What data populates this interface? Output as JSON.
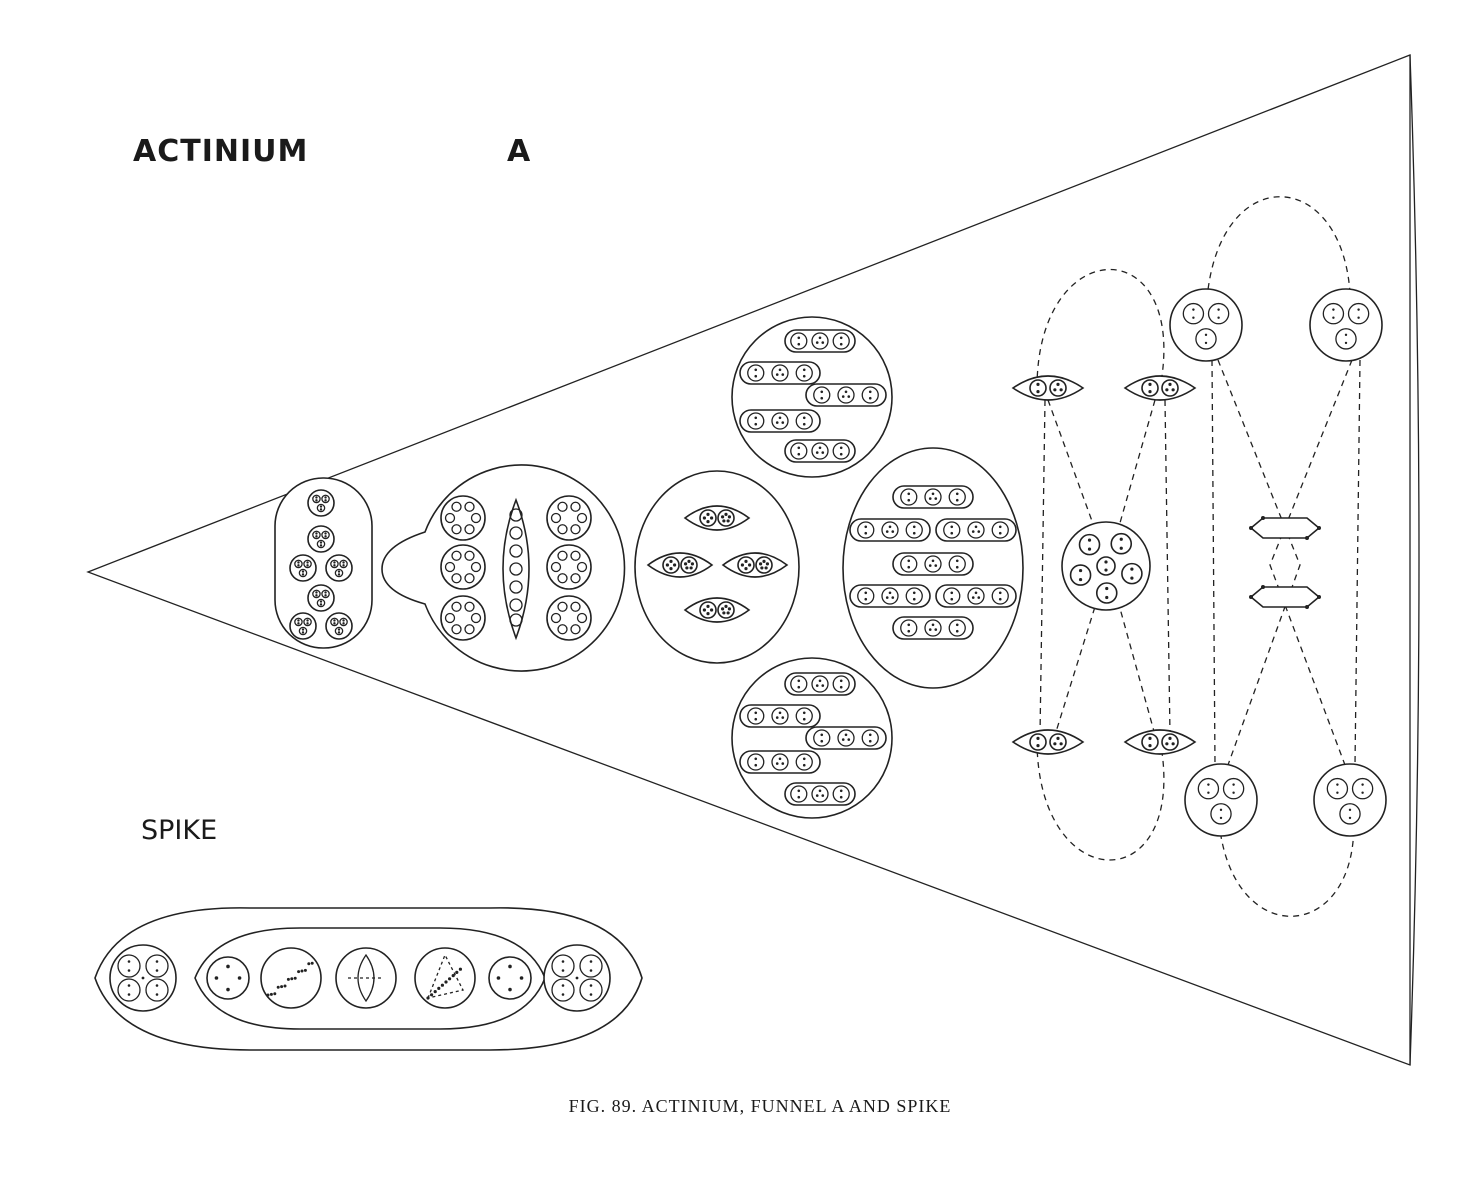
{
  "figure": {
    "title": "ACTINIUM",
    "funnel_letter": "A",
    "spike_label": "SPIKE",
    "caption": "FIG. 89. ACTINIUM, FUNNEL A AND SPIKE"
  }
}
